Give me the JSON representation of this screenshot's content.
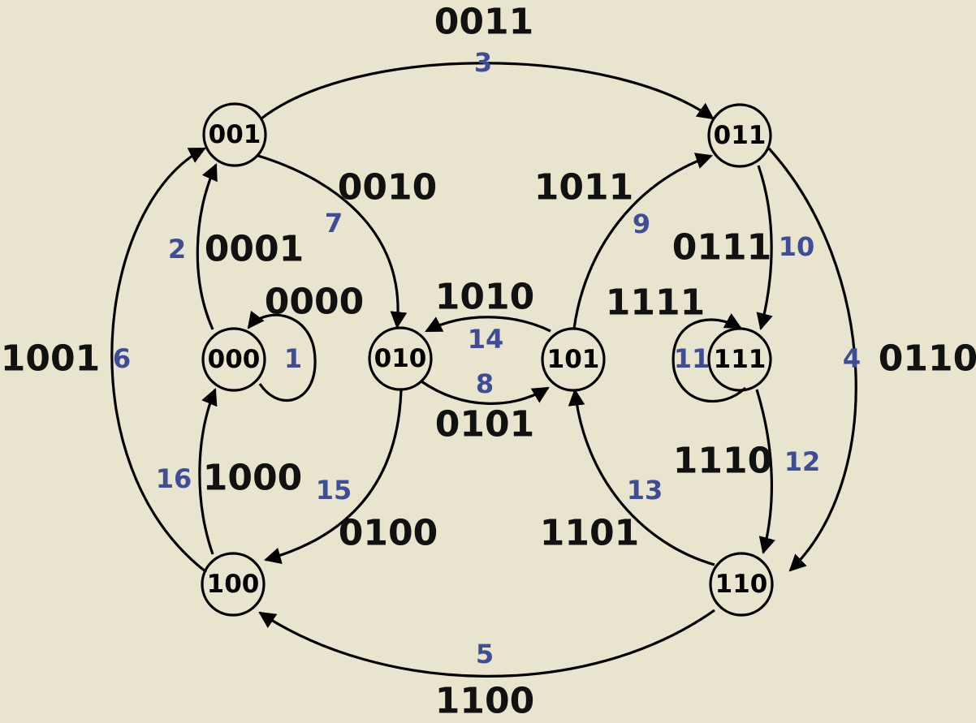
{
  "colors": {
    "background": "#E9E4CD",
    "line": "#000000",
    "code_text": "#111111",
    "step_number": "#3F4D96"
  },
  "nodes": {
    "n000": "000",
    "n001": "001",
    "n010": "010",
    "n011": "011",
    "n100": "100",
    "n101": "101",
    "n110": "110",
    "n111": "111"
  },
  "edges": [
    {
      "from": "000",
      "to": "000",
      "code": "0000",
      "step": "1"
    },
    {
      "from": "000",
      "to": "001",
      "code": "0001",
      "step": "2"
    },
    {
      "from": "001",
      "to": "011",
      "code": "0011",
      "step": "3"
    },
    {
      "from": "011",
      "to": "110",
      "code": "0110",
      "step": "4"
    },
    {
      "from": "110",
      "to": "100",
      "code": "1100",
      "step": "5"
    },
    {
      "from": "100",
      "to": "001",
      "code": "1001",
      "step": "6"
    },
    {
      "from": "001",
      "to": "010",
      "code": "0010",
      "step": "7"
    },
    {
      "from": "010",
      "to": "101",
      "code": "0101",
      "step": "8"
    },
    {
      "from": "101",
      "to": "011",
      "code": "1011",
      "step": "9"
    },
    {
      "from": "011",
      "to": "111",
      "code": "0111",
      "step": "10"
    },
    {
      "from": "111",
      "to": "111",
      "code": "1111",
      "step": "11"
    },
    {
      "from": "111",
      "to": "110",
      "code": "1110",
      "step": "12"
    },
    {
      "from": "110",
      "to": "101",
      "code": "1101",
      "step": "13"
    },
    {
      "from": "101",
      "to": "010",
      "code": "1010",
      "step": "14"
    },
    {
      "from": "010",
      "to": "100",
      "code": "0100",
      "step": "15"
    },
    {
      "from": "100",
      "to": "000",
      "code": "1000",
      "step": "16"
    }
  ]
}
